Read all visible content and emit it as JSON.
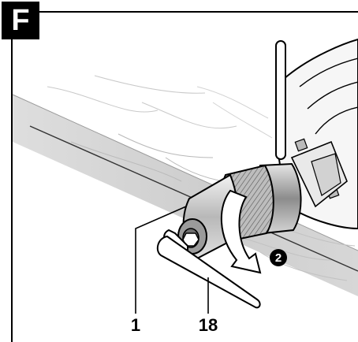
{
  "figure": {
    "label": "F"
  },
  "callouts": [
    {
      "text": "1"
    },
    {
      "text": "18"
    }
  ],
  "rotation_step": "2",
  "icons": {
    "chuck": "keyless-chuck-icon",
    "hex_key": "allen-key-icon",
    "handle": "auxiliary-handle-icon",
    "arrow": "rotation-arrow-icon"
  }
}
